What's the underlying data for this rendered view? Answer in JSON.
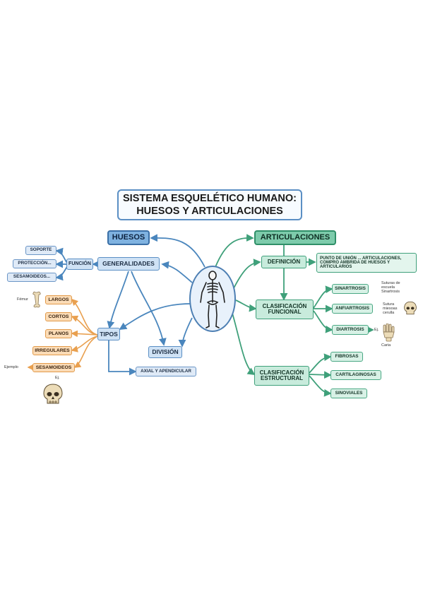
{
  "title": {
    "line1": "SISTEMA ESQUELÉTICO HUMANO:",
    "line2": "HUESOS Y ARTICULACIONES"
  },
  "huesos": {
    "label": "HUESOS",
    "generalidades": "GENERALIDADES",
    "funcion": "FUNCIÓN",
    "funciones": [
      "SOPORTE",
      "PROTECCIÓN...",
      "SESAMOIDEOS..."
    ],
    "tipos": "TIPOS",
    "tipos_items": [
      "LARGOS",
      "CORTOS",
      "PLANOS",
      "IRREGULARES",
      "SESAMOIDEOS"
    ],
    "femur_label": "Fémur",
    "ejemplo_label": "Ejemplo",
    "division": "DIVISIÓN",
    "axial": "AXIAL Y APENDICULAR"
  },
  "articulaciones": {
    "label": "ARTICULACIONES",
    "definicion": "DEFINICIÓN",
    "definicion_text": "PUNTO DE UNIÓN ... ARTICULACIONES, COMPRO AMBRIDA DE HUESOS Y ARTICULARIOS",
    "clasificacion_funcional": [
      "CLASIFICACIÓN",
      "FUNCIONAL"
    ],
    "funcionales": [
      "SINARTROSIS",
      "ANFIARTROSIS",
      "DIARTROSIS"
    ],
    "sinartrosis_note": [
      "Suturas de",
      "escuela",
      "Sinartrosis"
    ],
    "anfiartrosis_note": [
      "Sutura",
      "miesoas",
      "cerulla"
    ],
    "ej_label": "Ej.",
    "caria_label": "Caria",
    "clasificacion_estructural": [
      "CLASIFICACIÓN",
      "ESTRUCTURAL"
    ],
    "estructurales": [
      "FIBROSAS",
      "CARTILAGINOSAS",
      "SINOVIALES"
    ]
  },
  "colors": {
    "blue_line": "#4a86bd",
    "orange_line": "#e9a04f",
    "green_line": "#3fa07a",
    "bone": "#ecdcb8"
  },
  "icons": [
    "skeleton-icon",
    "femur-icon",
    "skull-icon",
    "hand-bones-icon"
  ]
}
